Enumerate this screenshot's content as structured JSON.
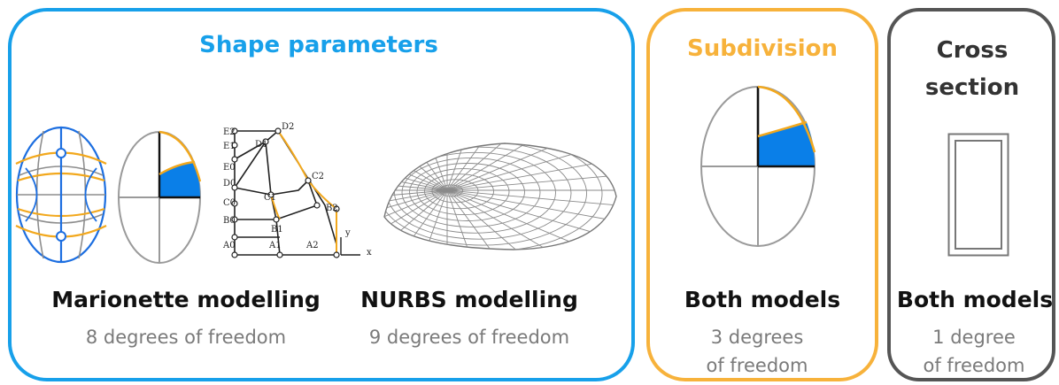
{
  "colors": {
    "shape": "#17a0ea",
    "subdivision": "#f7b23b",
    "cross": "#555555",
    "fill_blue": "#0a7fe8",
    "curve_orange": "#f2a81d"
  },
  "panels": {
    "shape": {
      "title": "Shape parameters",
      "marionette": {
        "heading": "Marionette modelling",
        "dof": "8 degrees of freedom"
      },
      "nurbs": {
        "heading": "NURBS modelling",
        "dof": "9 degrees of freedom"
      },
      "points": [
        "E2",
        "D2",
        "E1",
        "D1",
        "E0",
        "C2",
        "D0",
        "C1",
        "C0",
        "B2",
        "B1",
        "B0",
        "A1",
        "A2",
        "A0",
        "y",
        "x"
      ]
    },
    "subdivision": {
      "title": "Subdivision",
      "heading": "Both models",
      "dof": "3 degrees of freedom"
    },
    "cross": {
      "title": "Cross section",
      "heading": "Both models",
      "dof": "1 degree of freedom"
    }
  },
  "icons": [
    "ellipse-grid-icon",
    "quarter-ellipse-icon",
    "marionette-mesh-icon",
    "nurbs-dome-icon",
    "rectangle-section-icon"
  ]
}
